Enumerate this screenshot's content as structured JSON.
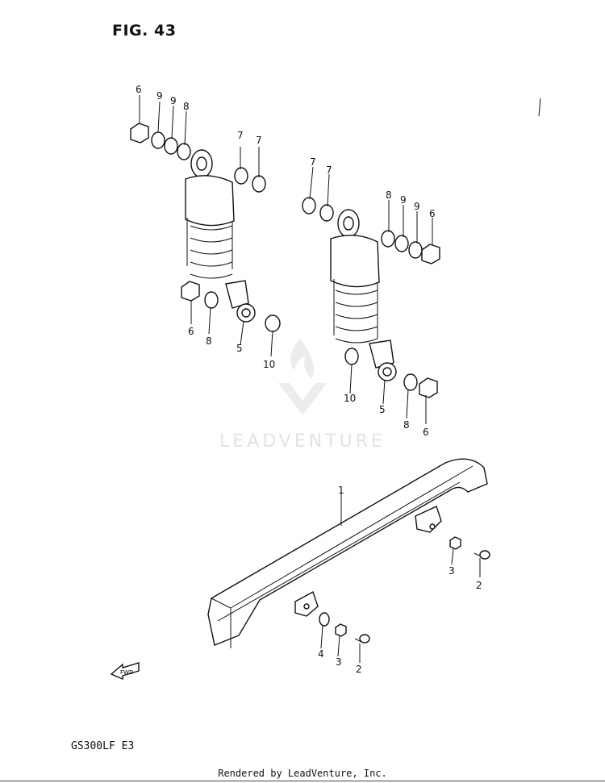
{
  "figure": {
    "title": "FIG. 43",
    "model_code": "GS300LF E3",
    "footer": "Rendered by LeadVenture, Inc.",
    "watermark": "LEADVENTURE",
    "fwd_label": "FWD"
  },
  "callouts": [
    "6",
    "9",
    "9",
    "8",
    "7",
    "7",
    "6",
    "8",
    "5",
    "10",
    "7",
    "7",
    "8",
    "9",
    "9",
    "6",
    "10",
    "5",
    "8",
    "6",
    "1",
    "3",
    "2",
    "4",
    "3",
    "2"
  ]
}
